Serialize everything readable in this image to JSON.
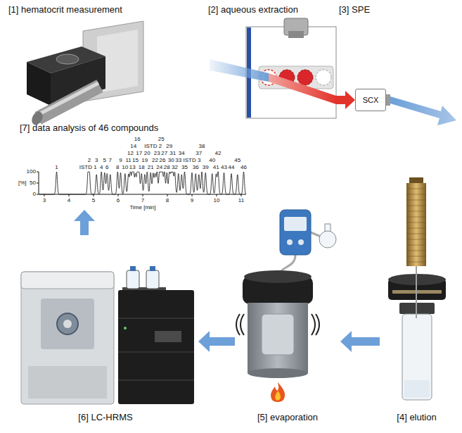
{
  "diagram": {
    "nodes": [
      {
        "text": [
          "[1] hematocrit measurement"
        ]
      },
      {
        "text": [
          "[2] aqueous extraction"
        ]
      },
      {
        "text": [
          "[3] SPE"
        ]
      },
      {
        "text": [
          "SCX"
        ],
        "in": 2
      },
      {
        "text": [
          "[7] data analysis of 46 compounds"
        ]
      },
      {
        "text": [
          "[4] elution"
        ]
      },
      {
        "text": [
          "[5] evaporation"
        ]
      },
      {
        "text": [
          "[6] LC-HRMS"
        ]
      }
    ],
    "edges": [
      {
        "from": 1,
        "to": 3,
        "arrow": "to"
      },
      {
        "from": 5,
        "to": 6,
        "arrow": "to"
      },
      {
        "from": 6,
        "to": 7,
        "arrow": "to"
      },
      {
        "from": 7,
        "to": 4,
        "arrow": "to"
      }
    ],
    "labels": [
      "1",
      "ISTD 1",
      "2",
      "3",
      "4",
      "5",
      "6",
      "7",
      "8",
      "9",
      "10",
      "11",
      "12",
      "13",
      "14",
      "15",
      "16",
      "17",
      "18",
      "19",
      "20",
      "21",
      "ISTD 2",
      "22",
      "23",
      "24",
      "25",
      "26",
      "27",
      "28",
      "29",
      "30",
      "31",
      "32",
      "33",
      "34",
      "35",
      "ISTD 3",
      "36",
      "37",
      "38",
      "39",
      "40",
      "41",
      "42",
      "43",
      "44",
      "45",
      "46",
      "[%]",
      "100",
      "50",
      "0",
      "3",
      "4",
      "5",
      "6",
      "7",
      "8",
      "9",
      "10",
      "11",
      "Time [min]"
    ]
  }
}
